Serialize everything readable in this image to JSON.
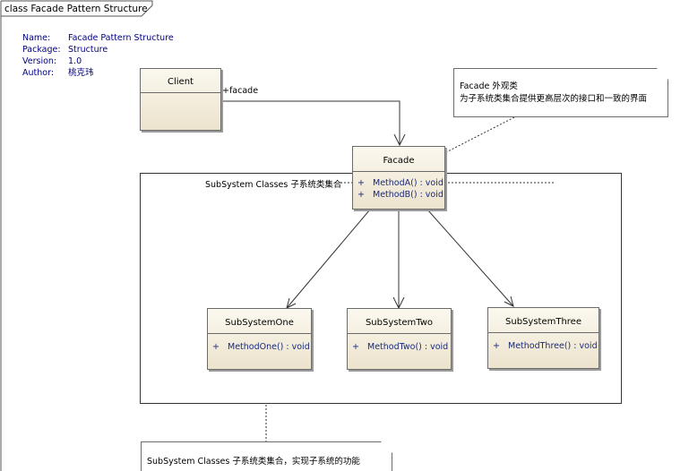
{
  "diagram": {
    "title": "class Facade Pattern Structure"
  },
  "metadata": {
    "rows": [
      {
        "key": "Name:",
        "value": "Facade Pattern Structure"
      },
      {
        "key": "Package:",
        "value": "Structure"
      },
      {
        "key": "Version:",
        "value": "1.0"
      },
      {
        "key": "Author:",
        "value": "桃克玮"
      }
    ]
  },
  "classes": {
    "client": {
      "name": "Client"
    },
    "facade": {
      "name": "Facade",
      "operations": [
        {
          "visibility": "+",
          "signature": "MethodA() : void"
        },
        {
          "visibility": "+",
          "signature": "MethodB() : void"
        }
      ]
    },
    "subsystem_one": {
      "name": "SubSystemOne",
      "operations": [
        {
          "visibility": "+",
          "signature": "MethodOne() : void"
        }
      ]
    },
    "subsystem_two": {
      "name": "SubSystemTwo",
      "operations": [
        {
          "visibility": "+",
          "signature": "MethodTwo() : void"
        }
      ]
    },
    "subsystem_three": {
      "name": "SubSystemThree",
      "operations": [
        {
          "visibility": "+",
          "signature": "MethodThree() : void"
        }
      ]
    }
  },
  "association": {
    "role": "+facade"
  },
  "package": {
    "title": "SubSystem Classes 子系统类集合"
  },
  "notes": {
    "facade": {
      "line1": "Facade 外观类",
      "line2": "为子系统类集合提供更高层次的接口和一致的界面"
    },
    "subsystem": {
      "line1": "SubSystem Classes 子系统类集合，实现子系统的功能"
    }
  }
}
